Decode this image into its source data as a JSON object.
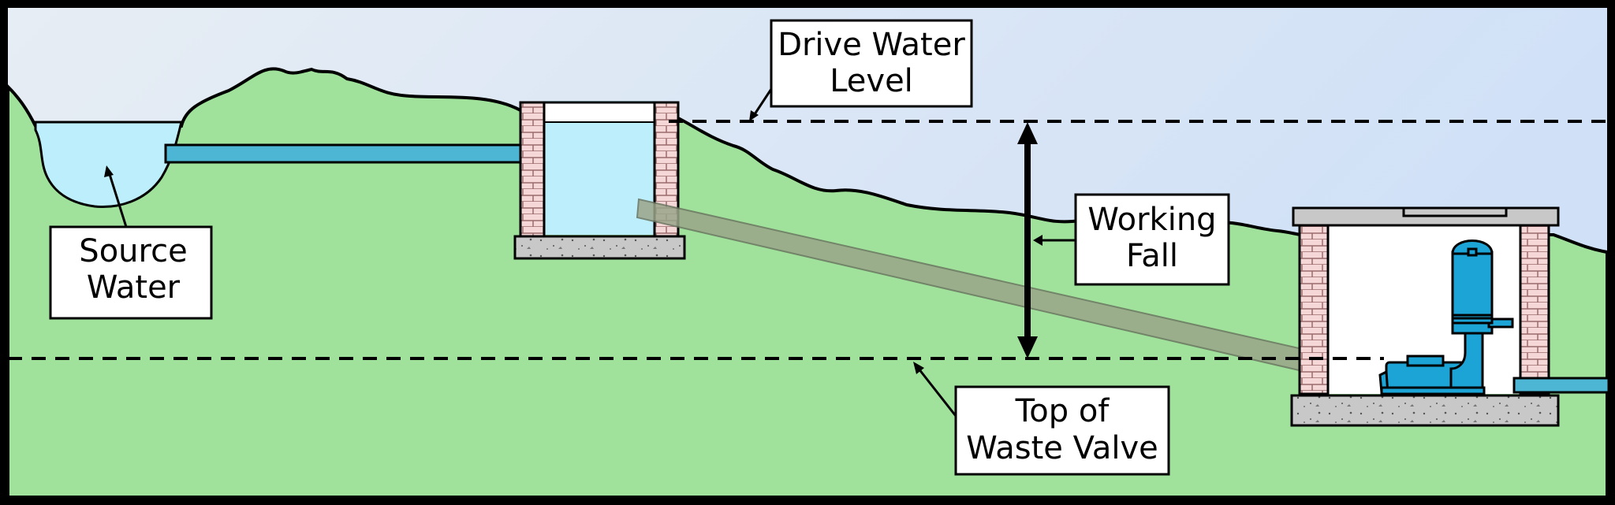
{
  "colors": {
    "sky_top": "#e7edf4",
    "sky_bottom": "#cfe0f7",
    "ground": "#a0e29b",
    "water": "#bdeefc",
    "pipe_blue": "#4db6d5",
    "drive_pipe": "#9aa58a",
    "brick": "#f4d7d6",
    "concrete": "#c8c8c8",
    "pump": "#1da4d6"
  },
  "labels": {
    "drive_water_level": [
      "Drive Water",
      "Level"
    ],
    "source_water": [
      "Source",
      "Water"
    ],
    "working_fall": [
      "Working",
      "Fall"
    ],
    "waste_valve": [
      "Top of",
      "Waste Valve"
    ]
  }
}
